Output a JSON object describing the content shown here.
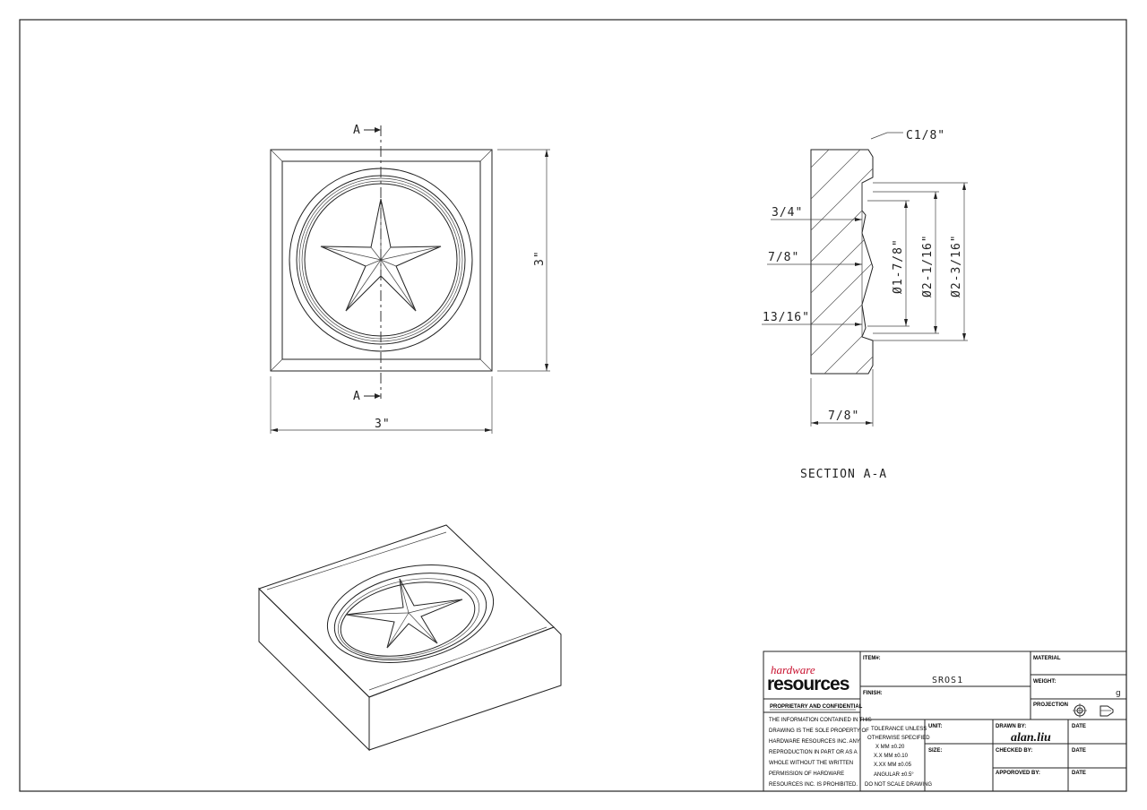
{
  "views": {
    "section_marker": "A",
    "front_width_dim": "3\"",
    "front_height_dim": "3\"",
    "chamfer_dim": "C1/8\"",
    "depth_dims": [
      "3/4\"",
      "7/8\"",
      "13/16\""
    ],
    "diameter_dims": [
      "Ø1-7/8\"",
      "Ø2-1/16\"",
      "Ø2-3/16\""
    ],
    "thickness_dim": "7/8\"",
    "section_title": "SECTION  A-A"
  },
  "title_block": {
    "logo_top": "hardware",
    "logo_bottom": "resources",
    "proprietary_heading": "PROPRIETARY AND CONFIDENTIAL",
    "proprietary_lines": [
      "THE INFORMATION CONTAINED IN THIS",
      "DRAWING IS THE SOLE PROPERTY OF",
      "HARDWARE RESOURCES INC. ANY",
      "REPRODUCTION IN PART OR AS A",
      "WHOLE WITHOUT THE WRITTEN",
      "PERMISSION OF HARDWARE",
      "RESOURCES INC. IS PROHIBITED."
    ],
    "item_label": "ITEM#:",
    "item_value": "SROS1",
    "material_label": "MATERIAL",
    "weight_label": "WEIGHT:",
    "weight_value": "g",
    "finish_label": "FINISH:",
    "projection_label": "PROJECTION",
    "tolerance_lines": [
      "TOLERANCE UNLESS",
      "OTHERWISE SPECIFIED",
      "X   MM   ±0.20",
      "X.X  MM   ±0.10",
      "X.XX  MM   ±0.05",
      "ANGULAR    ±0.5°",
      "DO NOT SCALE DRAWING"
    ],
    "unit_label": "UNIT:",
    "size_label": "SIZE:",
    "drawn_by_label": "DRAWN BY:",
    "drawn_by_value": "alan.liu",
    "checked_by_label": "CHECKED BY:",
    "approved_by_label": "APPOROVED BY:",
    "date_label": "DATE",
    "colors": {
      "logo_red": "#c8102e",
      "line": "#222222"
    }
  }
}
